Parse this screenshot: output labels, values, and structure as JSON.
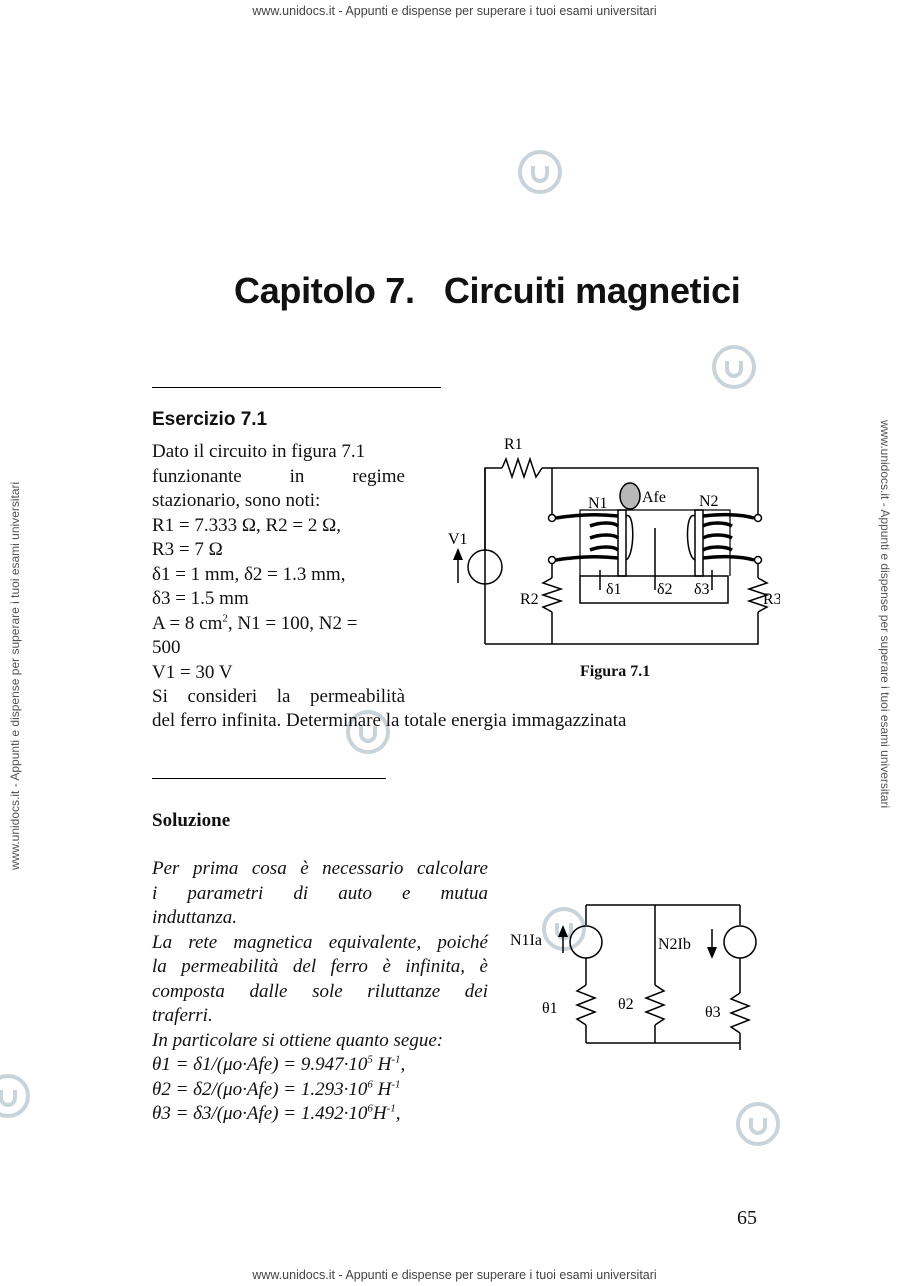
{
  "watermark": {
    "top": "www.unidocs.it - Appunti e dispense per superare i tuoi esami universitari",
    "bottom": "www.unidocs.it - Appunti e dispense per superare i tuoi esami universitari",
    "left": "www.unidocs.it - Appunti e dispense per superare i tuoi esami universitari",
    "right": "www.unidocs.it - Appunti e dispense per superare i tuoi esami universitari",
    "site": "www.unidocs.it"
  },
  "chapter": {
    "label": "Capitolo 7.",
    "title": "Circuiti magnetici"
  },
  "exercise": {
    "title": "Esercizio 7.1",
    "lines": [
      "Dato il circuito in figura 7.1",
      "funzionante in regime",
      "stazionario, sono noti:",
      "R1 = 7.333 Ω, R2 = 2 Ω,",
      "R3 = 7 Ω",
      "δ1 = 1 mm, δ2 = 1.3 mm,",
      "δ3 = 1.5 mm",
      "A = 8 cm",
      "2",
      ", N1 = 100, N2 =",
      "500",
      "V1 = 30 V",
      "Si consideri la permeabilità"
    ],
    "last_line": "del ferro infinita. Determinare la totale energia immagazzinata"
  },
  "figure1": {
    "caption": "Figura 7.1",
    "labels": {
      "r1": "R1",
      "r2": "R2",
      "r3": "R3",
      "v1": "V1",
      "n1": "N1",
      "n2": "N2",
      "afe": "Afe",
      "d1": "δ1",
      "d2": "δ2",
      "d3": "δ3"
    }
  },
  "solution": {
    "title": "Soluzione",
    "lines": [
      "Per prima cosa è necessario calcolare",
      "i parametri di auto e mutua",
      "induttanza.",
      "La rete magnetica equivalente, poiché",
      "la permeabilità del ferro è infinita, è",
      "composta dalle sole riluttanze dei",
      "traferri.",
      "In particolare si ottiene quanto segue:"
    ],
    "formulas": [
      {
        "lhs": "θ1 = δ1/(μo·Afe) = 9.947·10",
        "exp": "5",
        "unit": " H",
        "unit_exp": "-1",
        "end": ","
      },
      {
        "lhs": "θ2 = δ2/(μo·Afe) = 1.293·10",
        "exp": "6",
        "unit": " H",
        "unit_exp": "-1",
        "end": ""
      },
      {
        "lhs": "θ3 = δ3/(μo·Afe) = 1.492·10",
        "exp": "6",
        "unit": "H",
        "unit_exp": "-1",
        "end": ","
      }
    ]
  },
  "figure2": {
    "labels": {
      "n1ia": "N1Ia",
      "n2ib": "N2Ib",
      "t1": "θ1",
      "t2": "θ2",
      "t3": "θ3"
    }
  },
  "page_number": "65",
  "colors": {
    "text": "#111111",
    "watermark": "#c8d4da",
    "afe_fill": "#b8b8b8"
  }
}
